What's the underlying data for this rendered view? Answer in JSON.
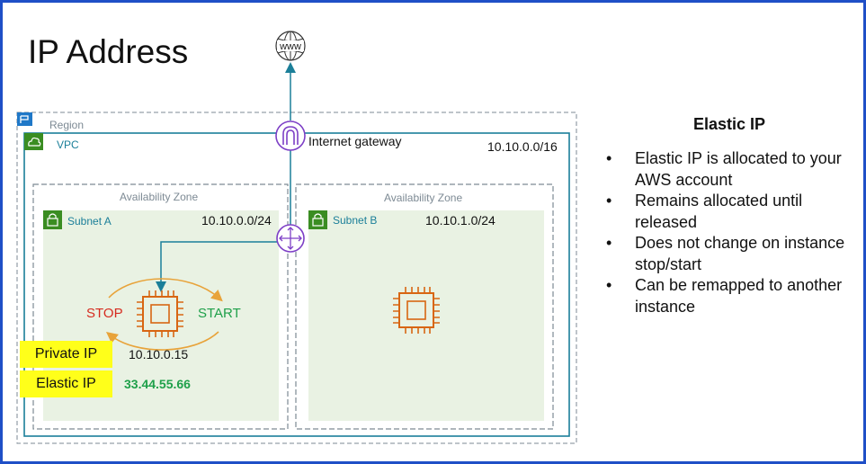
{
  "title": "IP Address",
  "internet_icon_text": "www",
  "diagram": {
    "region_label": "Region",
    "vpc_label": "VPC",
    "vpc_cidr": "10.10.0.0/16",
    "internet_gateway_label": "Internet gateway",
    "az_a_label": "Availability Zone",
    "az_b_label": "Availability Zone",
    "subnet_a_label": "Subnet A",
    "subnet_a_cidr": "10.10.0.0/24",
    "subnet_b_label": "Subnet B",
    "subnet_b_cidr": "10.10.1.0/24",
    "stop_label": "STOP",
    "start_label": "START",
    "private_ip_label": "Private IP",
    "private_ip_value": "10.10.0.15",
    "elastic_ip_label": "Elastic IP",
    "elastic_ip_value": "33.44.55.66",
    "colors": {
      "teal": "#1b7f99",
      "green": "#3a8d22",
      "orange": "#d86613",
      "purple": "#7d3fc6",
      "stop": "#d62b1f",
      "start": "#1fa04a",
      "highlight": "#ffff1a"
    }
  },
  "right_panel": {
    "title": "Elastic IP",
    "bullets": [
      "Elastic IP is allocated to your AWS account",
      "Remains allocated until released",
      "Does not change on instance stop/start",
      "Can be remapped to another instance"
    ]
  }
}
